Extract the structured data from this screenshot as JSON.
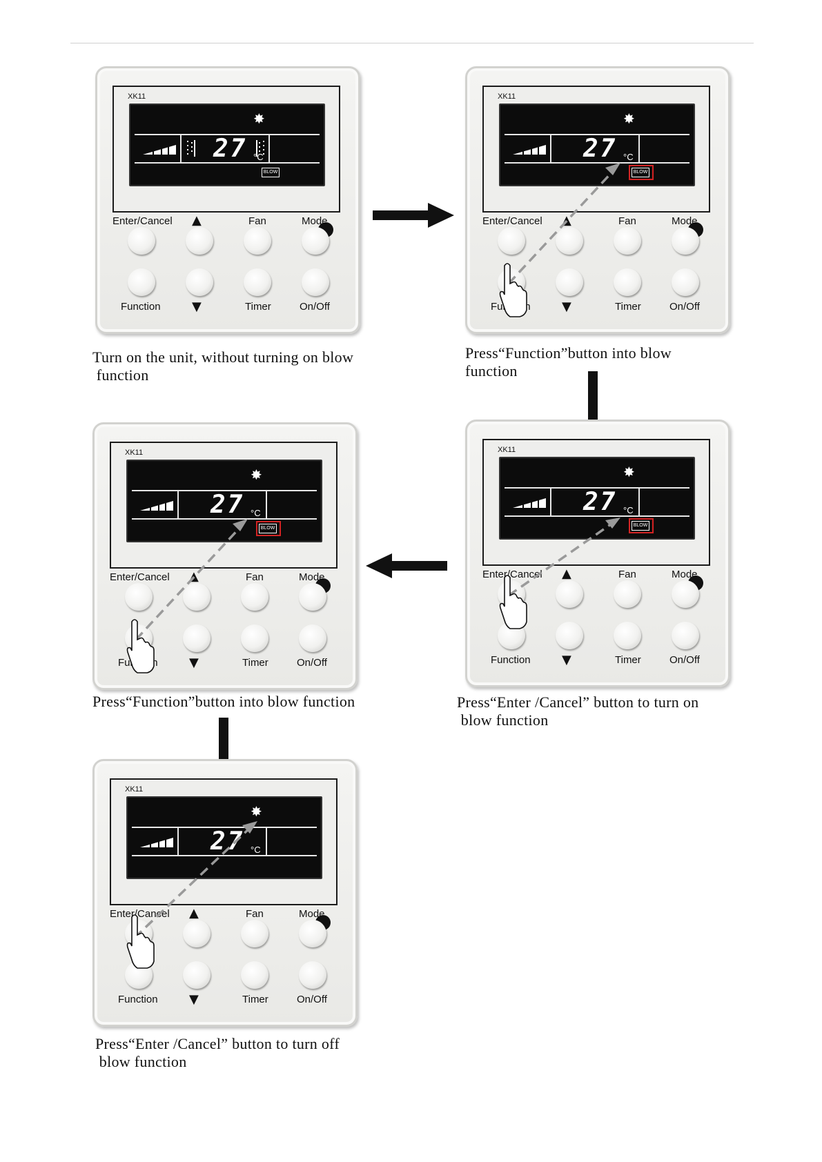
{
  "controller": {
    "model": "XK11",
    "temperature": "27",
    "unit": "°C",
    "blow_label": "BLOW",
    "buttons": {
      "enter_cancel": "Enter/Cancel",
      "up": "▲",
      "fan": "Fan",
      "mode": "Mode",
      "function": "Function",
      "down": "▼",
      "timer": "Timer",
      "on_off": "On/Off"
    },
    "icons": {
      "snowflake": "snowflake-icon",
      "hand": "pointing-hand-icon",
      "fan_speed": "fan-speed-bars-icon",
      "swing": "airflow-swing-icon"
    },
    "highlight_color": "#d32222"
  },
  "steps": [
    {
      "caption": "Turn on the unit, without turning on blow\n function"
    },
    {
      "caption": "Press“Function”button into blow\nfunction"
    },
    {
      "caption": "Press“Function”button into blow function"
    },
    {
      "caption": "Press“Enter /Cancel” button to turn on\n blow function"
    },
    {
      "caption": "Press“Enter /Cancel” button to turn off\n blow function"
    }
  ]
}
